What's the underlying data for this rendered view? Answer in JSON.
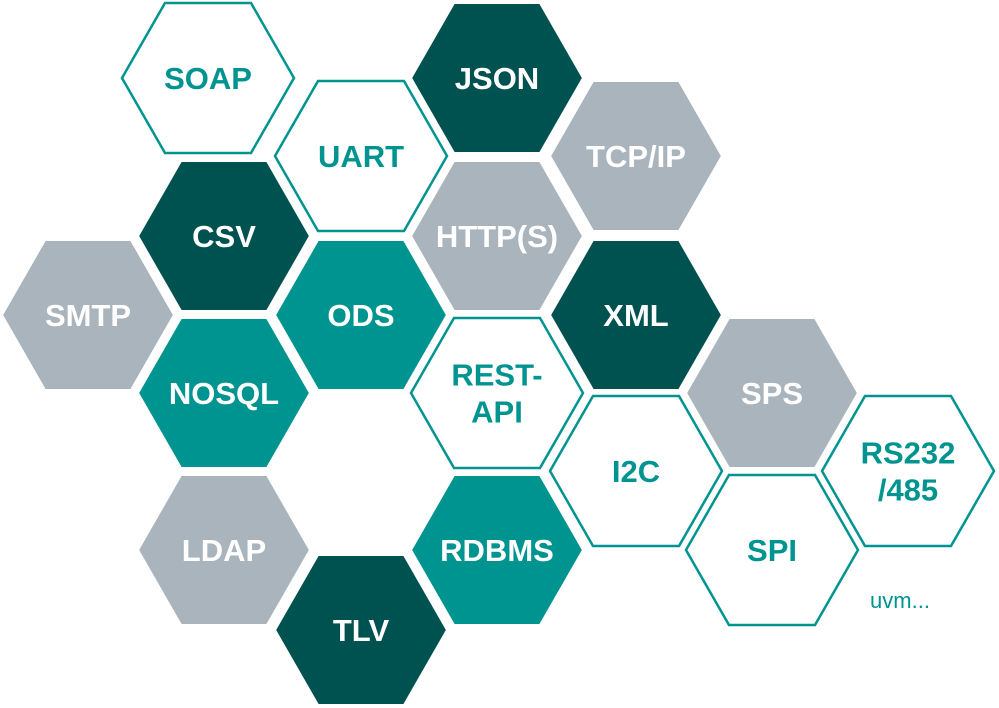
{
  "colors": {
    "dark": "#005250",
    "teal": "#009490",
    "grey": "#aab4bd",
    "outline": "#009490",
    "white_fill": "#ffffff",
    "text_on_fill": "#ffffff",
    "text_on_outline": "#009490"
  },
  "hexagons": [
    {
      "id": "soap",
      "lines": [
        "SOAP"
      ],
      "style": "outline"
    },
    {
      "id": "json",
      "lines": [
        "JSON"
      ],
      "style": "dark"
    },
    {
      "id": "uart",
      "lines": [
        "UART"
      ],
      "style": "outline"
    },
    {
      "id": "tcp-ip",
      "lines": [
        "TCP/IP"
      ],
      "style": "grey"
    },
    {
      "id": "csv",
      "lines": [
        "CSV"
      ],
      "style": "dark"
    },
    {
      "id": "https",
      "lines": [
        "HTTP(S)"
      ],
      "style": "grey"
    },
    {
      "id": "smtp",
      "lines": [
        "SMTP"
      ],
      "style": "grey"
    },
    {
      "id": "ods",
      "lines": [
        "ODS"
      ],
      "style": "teal"
    },
    {
      "id": "xml",
      "lines": [
        "XML"
      ],
      "style": "dark"
    },
    {
      "id": "nosql",
      "lines": [
        "NOSQL"
      ],
      "style": "teal"
    },
    {
      "id": "rest-api",
      "lines": [
        "REST-",
        "API"
      ],
      "style": "outline"
    },
    {
      "id": "sps",
      "lines": [
        "SPS"
      ],
      "style": "grey"
    },
    {
      "id": "i2c",
      "lines": [
        "I2C"
      ],
      "style": "outline"
    },
    {
      "id": "rs232",
      "lines": [
        "RS232",
        "/485"
      ],
      "style": "outline"
    },
    {
      "id": "ldap",
      "lines": [
        "LDAP"
      ],
      "style": "grey"
    },
    {
      "id": "rdbms",
      "lines": [
        "RDBMS"
      ],
      "style": "teal"
    },
    {
      "id": "spi",
      "lines": [
        "SPI"
      ],
      "style": "outline"
    },
    {
      "id": "tlv",
      "lines": [
        "TLV"
      ],
      "style": "dark"
    }
  ],
  "etc_label": "uvm..."
}
